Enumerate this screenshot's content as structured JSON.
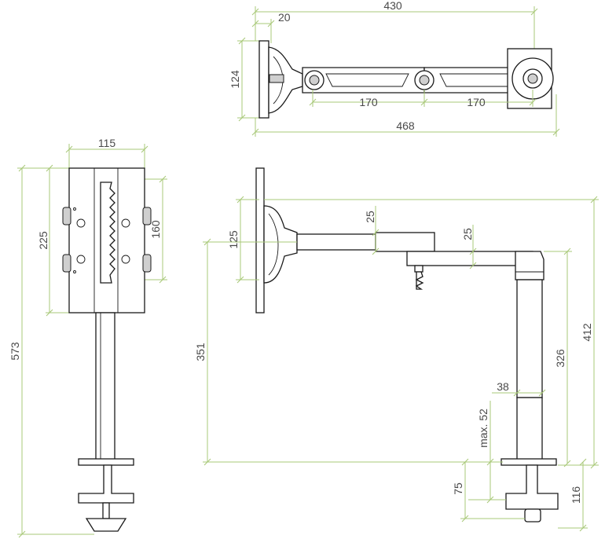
{
  "top_view": {
    "overall_width": "430",
    "plate_offset": "20",
    "height": "124",
    "arm_left": "170",
    "arm_right": "170",
    "total_length": "468"
  },
  "front_view": {
    "width": "115",
    "plate_height": "225",
    "hole_spacing": "160",
    "total_height": "573"
  },
  "side_view": {
    "plate_height": "125",
    "arm1_thickness": "25",
    "arm2_thickness": "25",
    "height_351": "351",
    "height_412": "412",
    "height_326": "326",
    "pole_width": "38",
    "max_clamp": "max. 52",
    "clamp_75": "75",
    "clamp_116": "116"
  },
  "colors": {
    "dimension_line": "#a8c878",
    "outline": "#1a1a1a",
    "text": "#4a4a4a"
  }
}
